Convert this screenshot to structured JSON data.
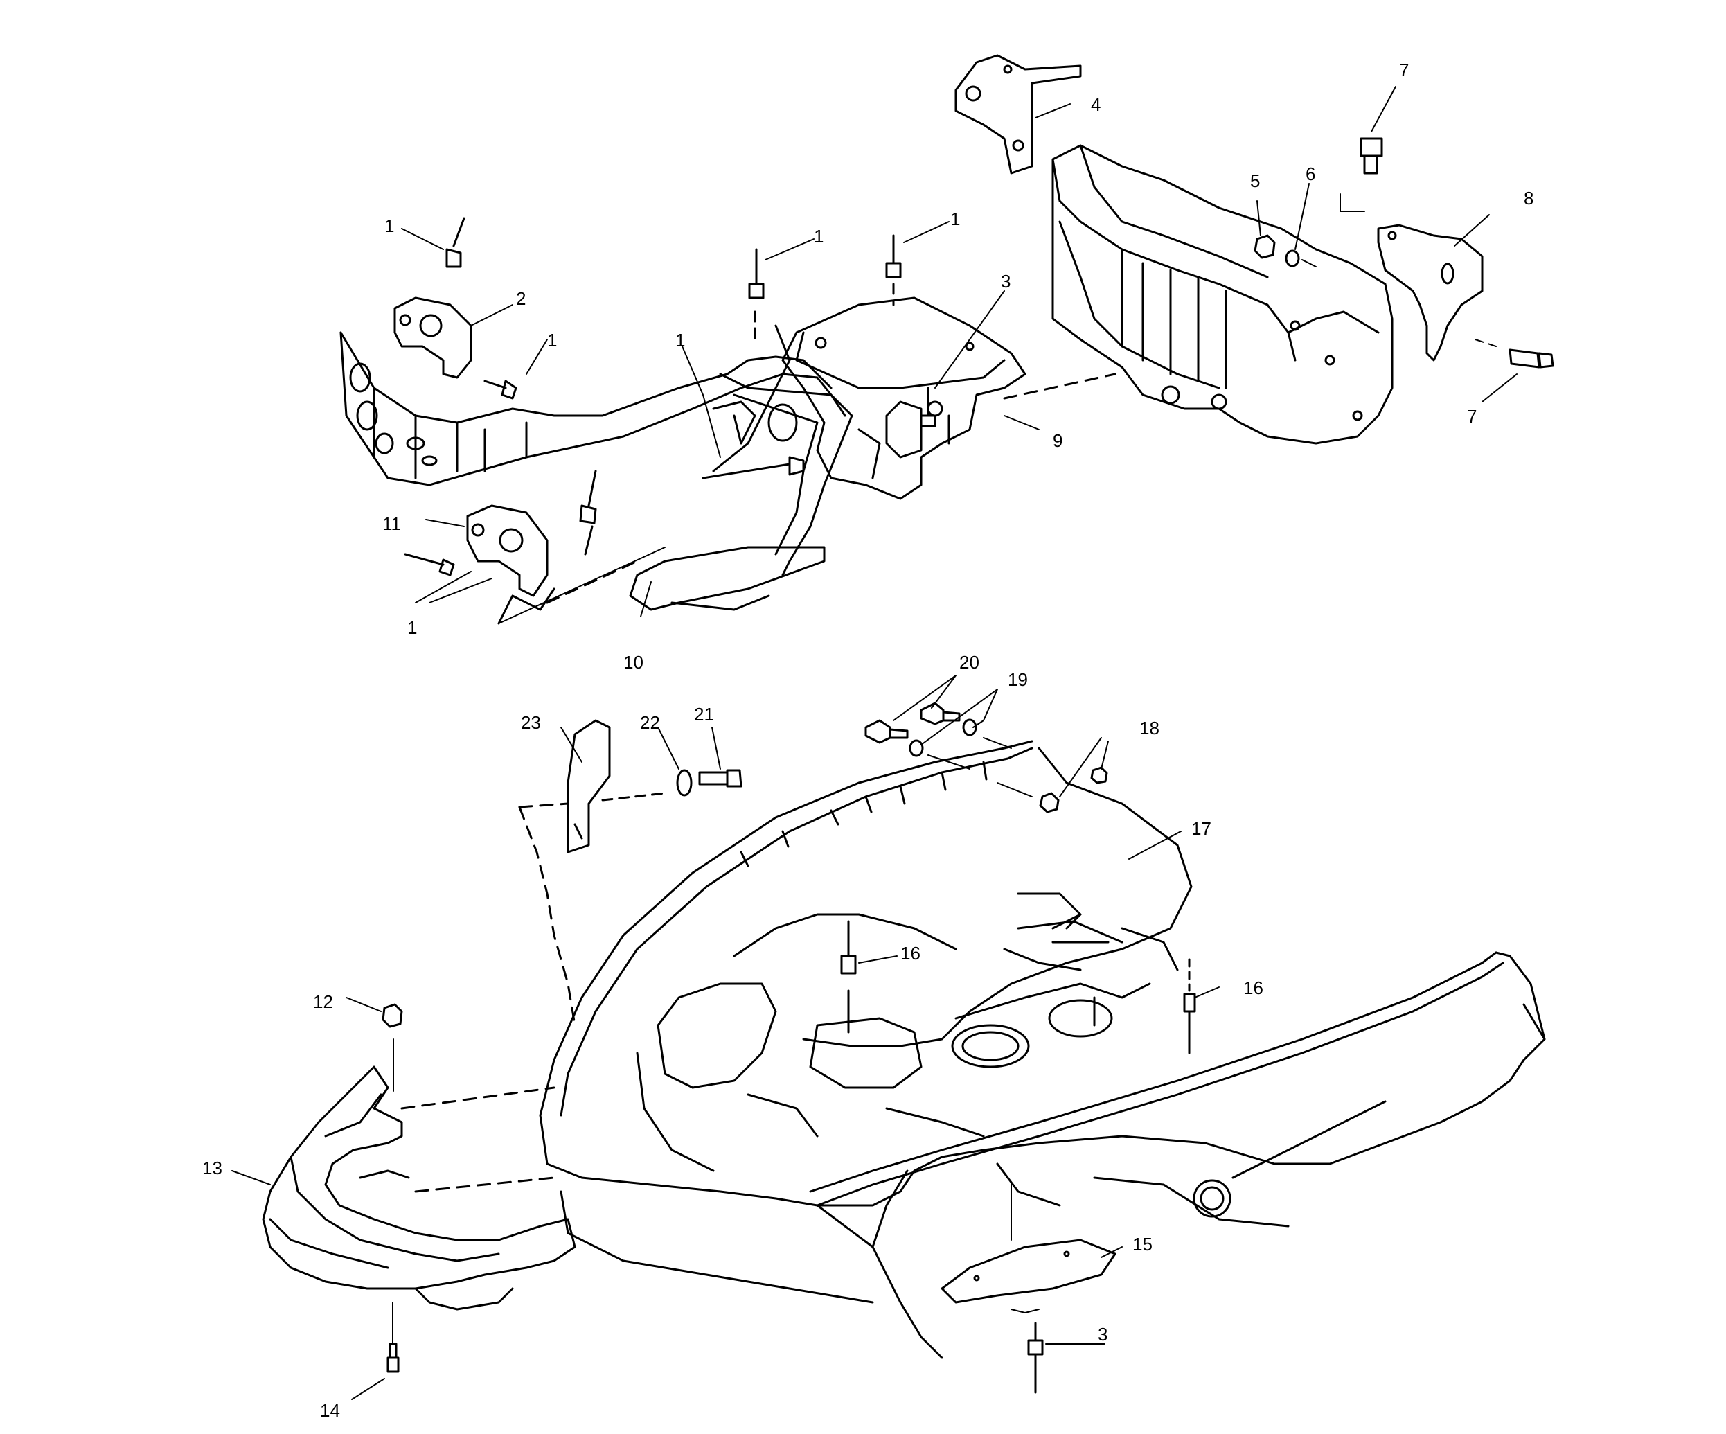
{
  "diagram": {
    "callouts": [
      {
        "id": "c1a",
        "text": "1"
      },
      {
        "id": "c1b",
        "text": "1"
      },
      {
        "id": "c1c",
        "text": "1"
      },
      {
        "id": "c1d",
        "text": "1"
      },
      {
        "id": "c1e",
        "text": "1"
      },
      {
        "id": "c1f",
        "text": "1"
      },
      {
        "id": "c2",
        "text": "2"
      },
      {
        "id": "c3a",
        "text": "3"
      },
      {
        "id": "c4",
        "text": "4"
      },
      {
        "id": "c5",
        "text": "5"
      },
      {
        "id": "c6",
        "text": "6"
      },
      {
        "id": "c7a",
        "text": "7"
      },
      {
        "id": "c7b",
        "text": "7"
      },
      {
        "id": "c8",
        "text": "8"
      },
      {
        "id": "c9",
        "text": "9"
      },
      {
        "id": "c10",
        "text": "10"
      },
      {
        "id": "c11",
        "text": "11"
      },
      {
        "id": "c12",
        "text": "12"
      },
      {
        "id": "c13",
        "text": "13"
      },
      {
        "id": "c14",
        "text": "14"
      },
      {
        "id": "c15",
        "text": "15"
      },
      {
        "id": "c16a",
        "text": "16"
      },
      {
        "id": "c16b",
        "text": "16"
      },
      {
        "id": "c17",
        "text": "17"
      },
      {
        "id": "c18",
        "text": "18"
      },
      {
        "id": "c19",
        "text": "19"
      },
      {
        "id": "c20",
        "text": "20"
      },
      {
        "id": "c21",
        "text": "21"
      },
      {
        "id": "c22",
        "text": "22"
      },
      {
        "id": "c23",
        "text": "23"
      },
      {
        "id": "c3b",
        "text": "3"
      }
    ],
    "colors": {
      "line": "#000000",
      "background": "#ffffff",
      "shade": "#e8e8e8"
    }
  }
}
